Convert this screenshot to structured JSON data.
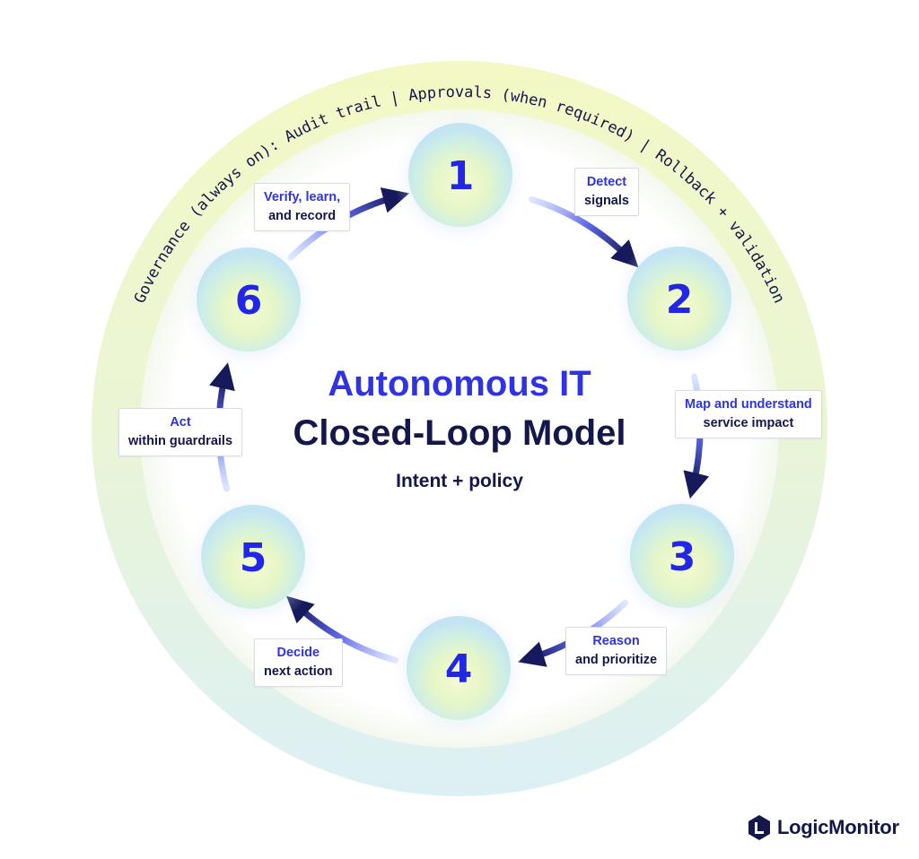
{
  "diagram": {
    "governance_text": "Governance (always on): Audit trail | Approvals (when required) | Rollback + validation",
    "title_line1": "Autonomous IT",
    "title_line2": "Closed-Loop Model",
    "subtitle": "Intent + policy",
    "steps": [
      {
        "number": "1"
      },
      {
        "number": "2"
      },
      {
        "number": "3"
      },
      {
        "number": "4"
      },
      {
        "number": "5"
      },
      {
        "number": "6"
      }
    ],
    "labels": [
      {
        "line1": "Detect",
        "line2": "signals"
      },
      {
        "line1": "Map and understand",
        "line2": "service impact"
      },
      {
        "line1": "Reason",
        "line2": "and prioritize"
      },
      {
        "line1": "Decide",
        "line2": "next action"
      },
      {
        "line1": "Act",
        "line2": "within guardrails"
      },
      {
        "line1": "Verify, learn,",
        "line2": "and record"
      }
    ]
  },
  "brand": {
    "name": "LogicMonitor",
    "logo_icon": "logicmonitor-logo-icon"
  },
  "colors": {
    "title_blue": "#2f34e0",
    "navy": "#14174a",
    "step_number": "#2226e6",
    "ring_top": "#f2f7c6",
    "ring_bottom": "#dff1f4"
  }
}
